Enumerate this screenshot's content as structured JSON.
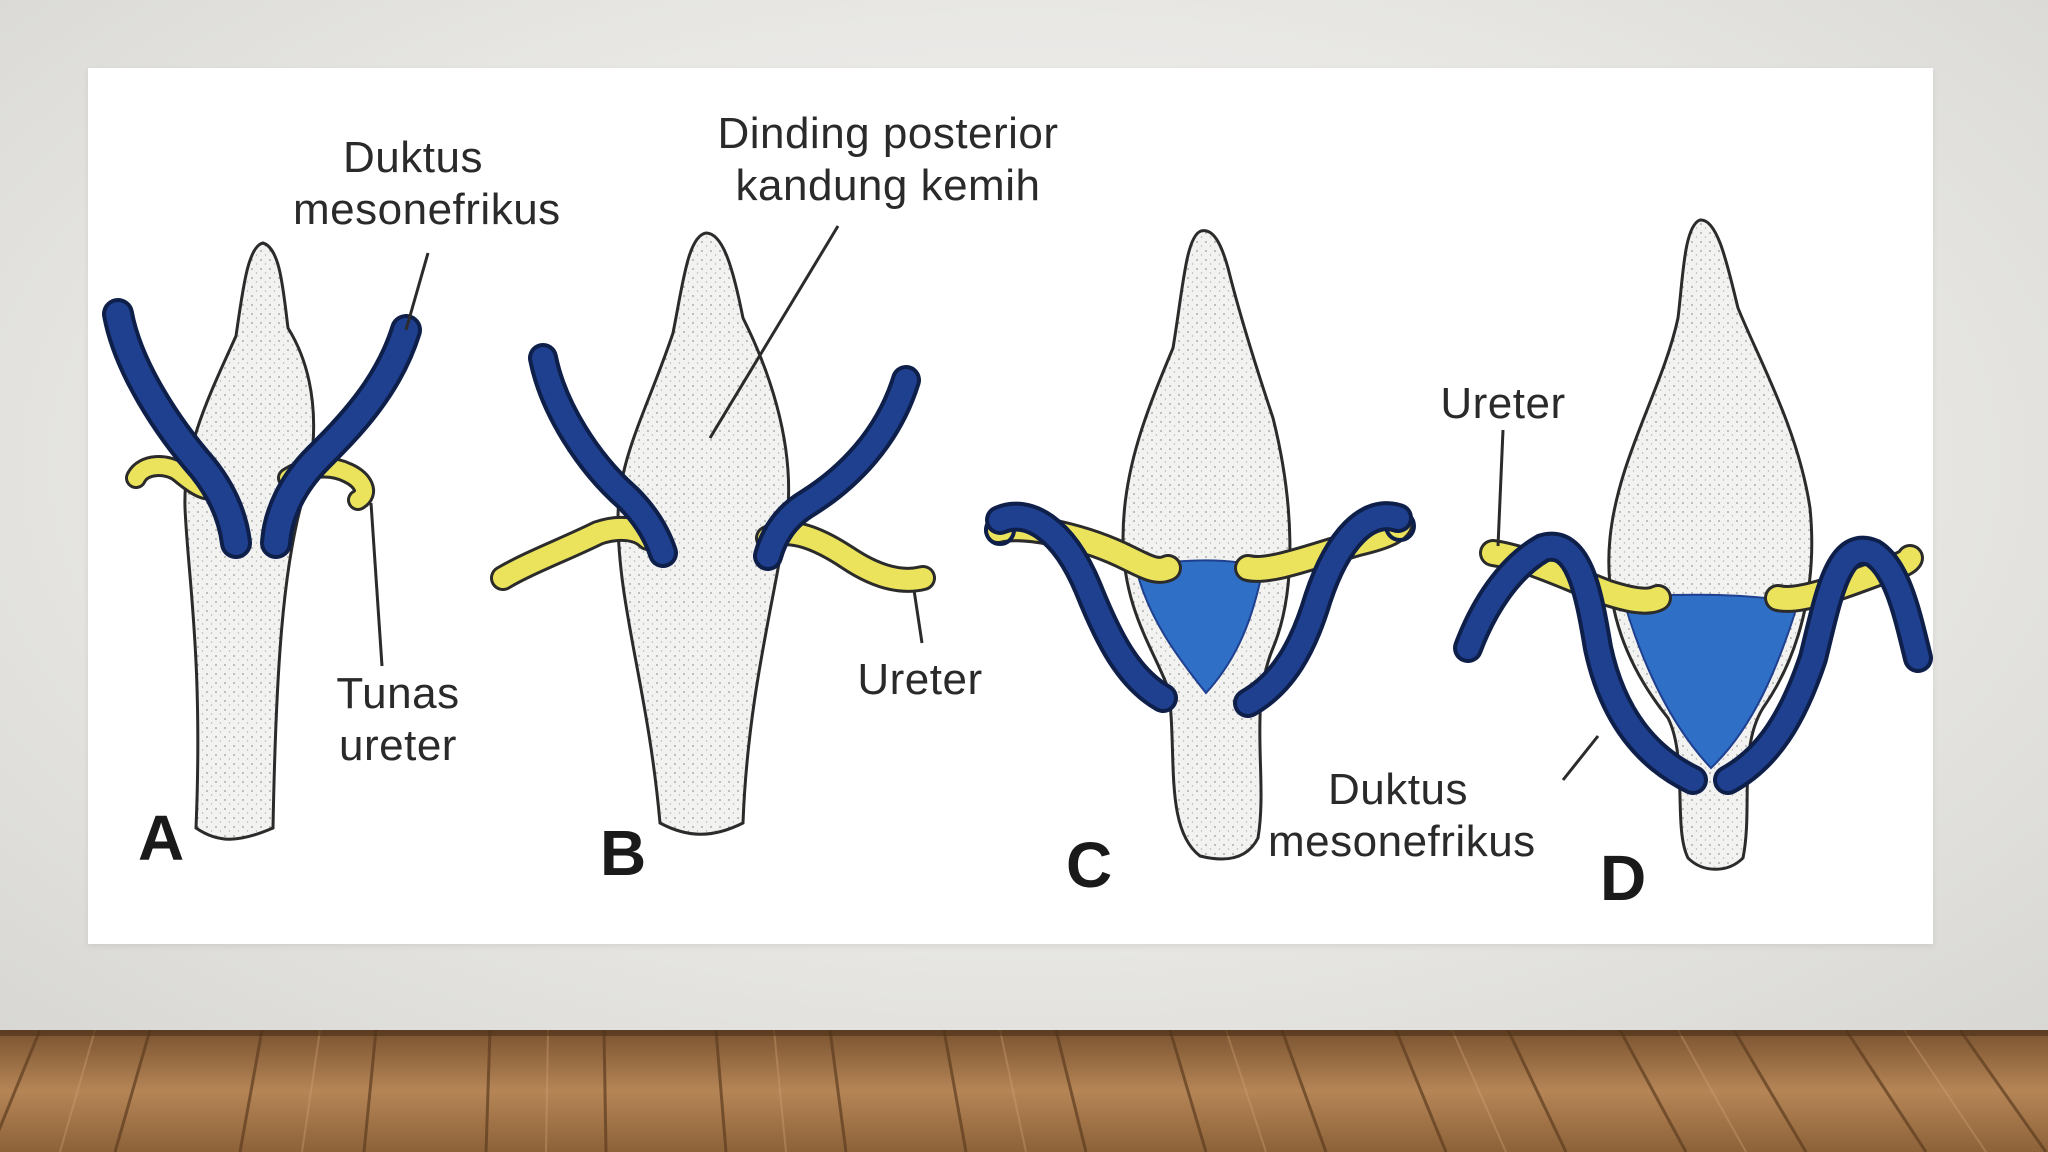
{
  "panels": [
    {
      "letter": "A"
    },
    {
      "letter": "B"
    },
    {
      "letter": "C"
    },
    {
      "letter": "D"
    }
  ],
  "labels": {
    "duktus_a_line1": "Duktus",
    "duktus_a_line2": "mesonefrikus",
    "dinding_line1": "Dinding posterior",
    "dinding_line2": "kandung kemih",
    "tunas_line1": "Tunas",
    "tunas_line2": "ureter",
    "ureter_b": "Ureter",
    "ureter_d": "Ureter",
    "duktus_d_line1": "Duktus",
    "duktus_d_line2": "mesonefrikus"
  },
  "colors": {
    "duct": "#1f3f8f",
    "ureter": "#ece35c",
    "trigone": "#2f6fc6",
    "bladder": "#f3f3f1",
    "wall": "#ecebe8",
    "floor": "#a07246"
  }
}
